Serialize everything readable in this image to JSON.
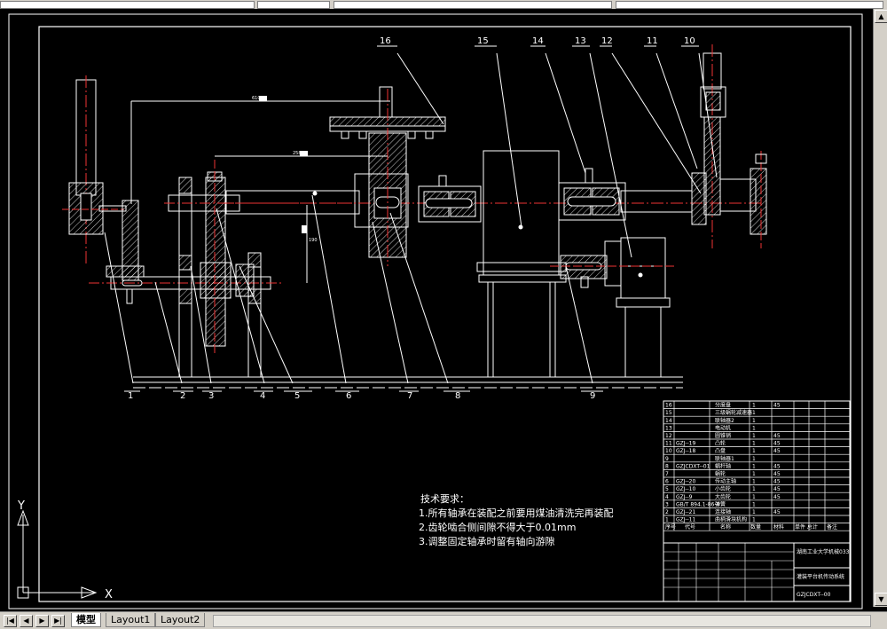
{
  "callouts": [
    "1",
    "2",
    "3",
    "4",
    "5",
    "6",
    "7",
    "8",
    "9",
    "10",
    "11",
    "12",
    "13",
    "14",
    "15",
    "16"
  ],
  "dimensions": {
    "d1": "610",
    "d2": "258",
    "d3": "190"
  },
  "requirements": {
    "title": "技术要求：",
    "items": [
      "1.所有轴承在装配之前要用煤油清洗完再装配",
      "2.齿轮啮合侧间隙不得大于0.01mm",
      "3.调整固定轴承时留有轴向游隙"
    ]
  },
  "bom": {
    "rows": [
      {
        "no": "16",
        "code": "",
        "name": "分度盘",
        "qty": "1",
        "mat": "45"
      },
      {
        "no": "15",
        "code": "",
        "name": "三级蜗轮减速器",
        "qty": "1",
        "mat": ""
      },
      {
        "no": "14",
        "code": "",
        "name": "联轴器2",
        "qty": "1",
        "mat": ""
      },
      {
        "no": "13",
        "code": "",
        "name": "电动机",
        "qty": "1",
        "mat": ""
      },
      {
        "no": "12",
        "code": "",
        "name": "圆锥销",
        "qty": "1",
        "mat": "45"
      },
      {
        "no": "11",
        "code": "GZJ--19",
        "name": "凸轮",
        "qty": "1",
        "mat": "45"
      },
      {
        "no": "10",
        "code": "GZJ--18",
        "name": "凸盘",
        "qty": "1",
        "mat": "45"
      },
      {
        "no": "9",
        "code": "",
        "name": "联轴器1",
        "qty": "1",
        "mat": ""
      },
      {
        "no": "8",
        "code": "GZJCDXT--01",
        "name": "蜗杆轴",
        "qty": "1",
        "mat": "45"
      },
      {
        "no": "7",
        "code": "",
        "name": "蜗轮",
        "qty": "1",
        "mat": "45"
      },
      {
        "no": "6",
        "code": "GZJ--20",
        "name": "传动主轴",
        "qty": "1",
        "mat": "45"
      },
      {
        "no": "5",
        "code": "GZJ--10",
        "name": "小齿轮",
        "qty": "1",
        "mat": "45"
      },
      {
        "no": "4",
        "code": "GZJ--9",
        "name": "大齿轮",
        "qty": "1",
        "mat": "45"
      },
      {
        "no": "3",
        "code": "GB/T 894.1-86-8",
        "name": "弹簧",
        "qty": "1",
        "mat": ""
      },
      {
        "no": "2",
        "code": "GZJ--21",
        "name": "连接轴",
        "qty": "1",
        "mat": "45"
      },
      {
        "no": "1",
        "code": "GZJ--11",
        "name": "曲柄滑块机构",
        "qty": "1",
        "mat": ""
      }
    ],
    "header": {
      "no": "序号",
      "code": "代号",
      "name": "名称",
      "qty": "数量",
      "mat": "材料",
      "weight": "单件 总计",
      "note": "备注"
    },
    "school": "湖南工业大学机械033",
    "title": "灌装平台机传动系统",
    "drawing_no": "GZJCDXT--00"
  },
  "ucs": {
    "x": "X",
    "y": "Y"
  },
  "tabs": [
    "模型",
    "Layout1",
    "Layout2"
  ]
}
